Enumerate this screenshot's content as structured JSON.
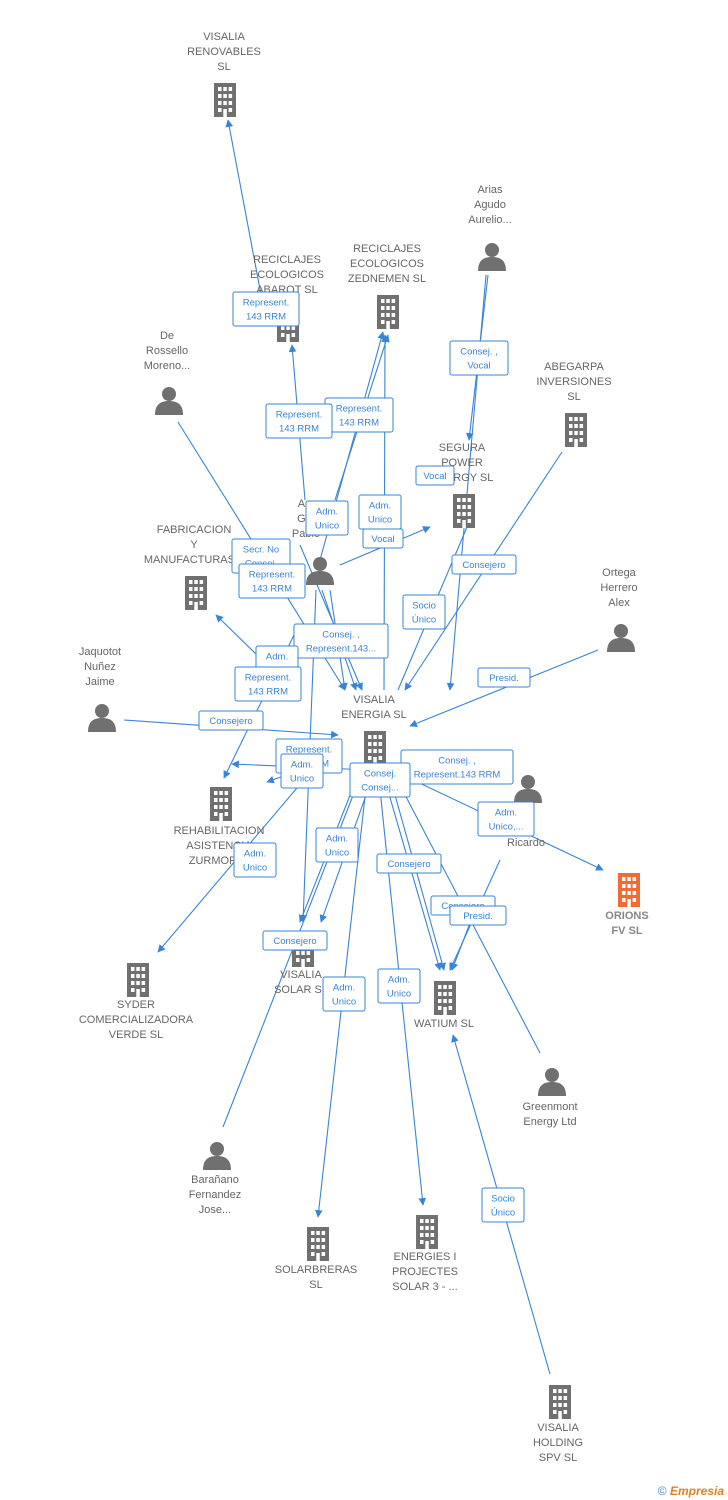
{
  "colors": {
    "edge": "#3a84d6",
    "company": "#707070",
    "person": "#707070",
    "highlight": "#f26b33"
  },
  "nodes": [
    {
      "id": "visalia-renovables",
      "type": "company",
      "lines": [
        "VISALIA",
        "RENOVABLES",
        "SL"
      ]
    },
    {
      "id": "reciclajes-abarot",
      "type": "company",
      "lines": [
        "RECICLAJES",
        "ECOLOGICOS",
        "ABAROT  SL"
      ]
    },
    {
      "id": "reciclajes-zednemen",
      "type": "company",
      "lines": [
        "RECICLAJES",
        "ECOLOGICOS",
        "ZEDNEMEN  SL"
      ]
    },
    {
      "id": "arias",
      "type": "person",
      "lines": [
        "Arias",
        "Agudo",
        "Aurelio..."
      ]
    },
    {
      "id": "de-rossello",
      "type": "person",
      "lines": [
        "De",
        "Rossello",
        "Moreno..."
      ]
    },
    {
      "id": "abegarpa",
      "type": "company",
      "lines": [
        "ABEGARPA",
        "INVERSIONES",
        "SL"
      ]
    },
    {
      "id": "segura",
      "type": "company",
      "lines": [
        "SEGURA",
        "POWER",
        "ENERGY  SL"
      ]
    },
    {
      "id": "pablo",
      "type": "person",
      "lines": [
        "A...",
        "G...",
        "Pablo"
      ]
    },
    {
      "id": "fabricacion",
      "type": "company",
      "lines": [
        "FABRICACION",
        "Y",
        "MANUFACTURAS..."
      ]
    },
    {
      "id": "ortega",
      "type": "person",
      "lines": [
        "Ortega",
        "Herrero",
        "Alex"
      ]
    },
    {
      "id": "jaquotot",
      "type": "person",
      "lines": [
        "Jaquotot",
        "Nuñez",
        "Jaime"
      ]
    },
    {
      "id": "visalia-energia",
      "type": "company",
      "lines": [
        "VISALIA",
        "ENERGIA  SL"
      ]
    },
    {
      "id": "ricardo",
      "type": "person",
      "lines": [
        "...h",
        "...o",
        "Ricardo"
      ]
    },
    {
      "id": "orions",
      "type": "company",
      "highlight": true,
      "lines": [
        "ORIONS",
        "FV  SL"
      ]
    },
    {
      "id": "rehabilitacion",
      "type": "company",
      "lines": [
        "REHABILITACION",
        "ASISTENCIA",
        "ZURMORI..."
      ]
    },
    {
      "id": "syder",
      "type": "company",
      "lines": [
        "SYDER",
        "COMERCIALIZADORA",
        "VERDE SL"
      ]
    },
    {
      "id": "visalia-solar",
      "type": "company",
      "lines": [
        "VISALIA",
        "SOLAR  SL"
      ]
    },
    {
      "id": "watium",
      "type": "company",
      "lines": [
        "WATIUM SL"
      ]
    },
    {
      "id": "greenmont",
      "type": "person",
      "lines": [
        "Greenmont",
        "Energy Ltd"
      ]
    },
    {
      "id": "barañano",
      "type": "person",
      "lines": [
        "Barañano",
        "Fernandez",
        "Jose..."
      ]
    },
    {
      "id": "solarbreras",
      "type": "company",
      "lines": [
        "SOLARBRERAS",
        "SL"
      ]
    },
    {
      "id": "energies",
      "type": "company",
      "lines": [
        "ENERGIES I",
        "PROJECTES",
        "SOLAR 3 - ..."
      ]
    },
    {
      "id": "visalia-holding",
      "type": "company",
      "lines": [
        "VISALIA",
        "HOLDING",
        "SPV  SL"
      ]
    }
  ],
  "edge_labels": [
    [
      "Represent.",
      "143 RRM"
    ],
    [
      "Represent.",
      "143 RRM"
    ],
    [
      "Represent.",
      "143 RRM"
    ],
    [
      "Consej. ,",
      "Vocal"
    ],
    [
      "Vocal"
    ],
    [
      "Adm.",
      "Unico"
    ],
    [
      "Adm.",
      "Unico"
    ],
    [
      "Vocal"
    ],
    [
      "Secr.  No",
      "Consej."
    ],
    [
      "Represent.",
      "143 RRM"
    ],
    [
      "Consejero"
    ],
    [
      "Socio",
      "Único"
    ],
    [
      "Consej. ,",
      "Represent.143..."
    ],
    [
      "Adm.",
      "Unico"
    ],
    [
      "Represent.",
      "143 RRM"
    ],
    [
      "Presid."
    ],
    [
      "Consejero"
    ],
    [
      "Represent.",
      "143 RRM"
    ],
    [
      "Adm.",
      "Unico"
    ],
    [
      "Consej. ,",
      "Represent.143 RRM"
    ],
    [
      "Consej.",
      "Consej..."
    ],
    [
      "Adm.",
      "Unico,..."
    ],
    [
      "Adm.",
      "Unico"
    ],
    [
      "Adm.",
      "Unico"
    ],
    [
      "Consejero"
    ],
    [
      "Consejero"
    ],
    [
      "Presid."
    ],
    [
      "Consejero"
    ],
    [
      "Adm.",
      "Unico"
    ],
    [
      "Adm.",
      "Unico"
    ],
    [
      "Socio",
      "Único"
    ]
  ],
  "footer": {
    "copyright": "©",
    "brand": "Empresia"
  }
}
